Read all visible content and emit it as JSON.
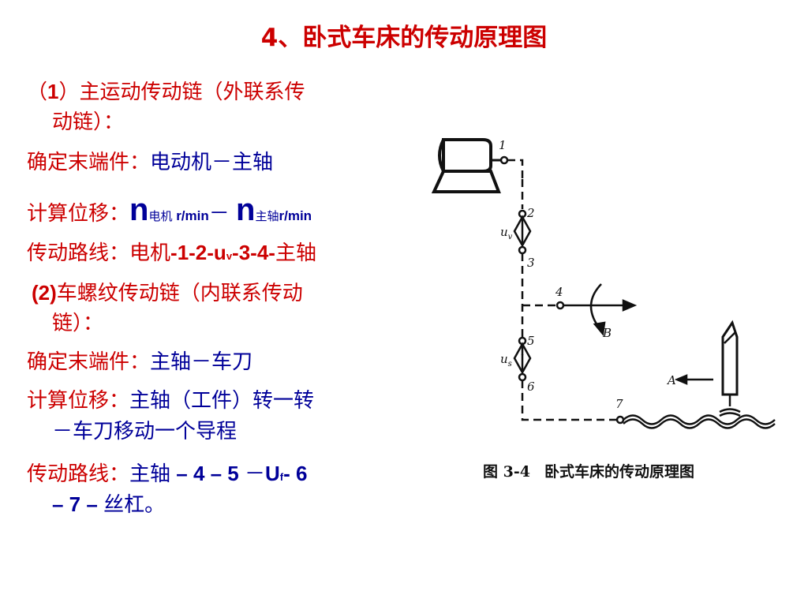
{
  "slide": {
    "title": "4、卧式车床的传动原理图",
    "main_chain": {
      "heading_open": "（",
      "heading_num": "1",
      "heading_text": "）主运动传动链（外联系传",
      "heading_cont": "动链）：",
      "end_label": "确定末端件：",
      "end_value": "电动机－主轴",
      "disp_label": "计算位移：",
      "n1": "n",
      "n1_sub": "电机",
      "unit1": " r/min",
      "dash": "－ ",
      "n2": "n",
      "n2_sub": "主轴",
      "unit2": "r/min",
      "route_label": "传动路线：",
      "route_a": "电机",
      "route_b": "-1-2-u",
      "route_sub": "v",
      "route_c": "-3-4-",
      "route_d": "主轴"
    },
    "thread_chain": {
      "heading_num": "(2)",
      "heading_text": "车螺纹传动链（内联系传动",
      "heading_cont": "链）：",
      "end_label": "确定末端件：",
      "end_value": "主轴－车刀",
      "disp_label": "计算位移：",
      "disp_value": "主轴（工件）转一转",
      "disp_cont": "－车刀移动一个导程",
      "route_label": "传动路线：",
      "route_a": "主轴",
      "route_b": " – 4 – 5 ",
      "route_c": "－",
      "route_d": "U",
      "route_sub": "f",
      "route_e": "- 6",
      "route_f": "– 7 – ",
      "route_g": "丝杠。"
    },
    "diagram": {
      "labels": [
        "1",
        "2",
        "3",
        "4",
        "5",
        "6",
        "7"
      ],
      "uv": "u",
      "uv_sub": "v",
      "us": "u",
      "us_sub": "s",
      "arrow_b": "B",
      "arrow_a": "A"
    },
    "caption": {
      "number": "图 3-4",
      "text": "卧式车床的传动原理图"
    }
  }
}
